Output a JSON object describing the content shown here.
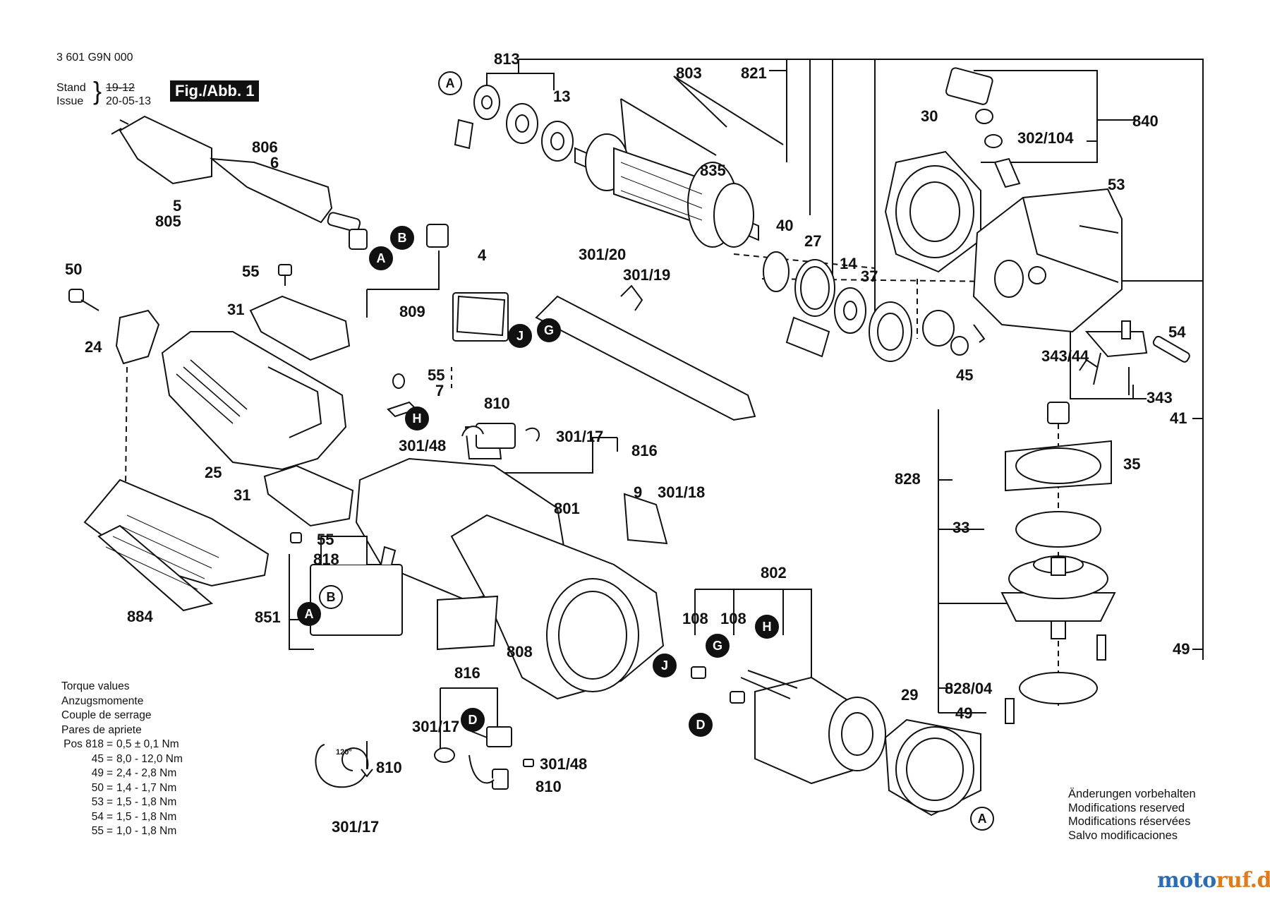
{
  "header": {
    "doc_number": "3 601 G9N 000",
    "stand_label": "Stand",
    "issue_label": "Issue",
    "stand_value": "19-12",
    "issue_value": "20-05-13",
    "figure_label": "Fig./Abb. 1"
  },
  "part_labels": [
    "813",
    "803",
    "821",
    "A",
    "13",
    "30",
    "840",
    "806",
    "6",
    "302/104",
    "835",
    "53",
    "5",
    "805",
    "B",
    "A",
    "40",
    "27",
    "14",
    "37",
    "50",
    "55",
    "4",
    "301/20",
    "301/19",
    "809",
    "31",
    "J",
    "G",
    "54",
    "24",
    "343/44",
    "45",
    "343",
    "55",
    "7",
    "41",
    "810",
    "H",
    "301/48",
    "301/17",
    "816",
    "25",
    "9",
    "301/18",
    "35",
    "31",
    "801",
    "828",
    "55",
    "33",
    "818",
    "802",
    "B",
    "A",
    "851",
    "108",
    "108",
    "884",
    "H",
    "G",
    "49",
    "808",
    "J",
    "816",
    "828/04",
    "29",
    "301/17",
    "D",
    "49",
    "D",
    "810",
    "301/48",
    "810",
    "A",
    "301/17"
  ],
  "callouts": [
    "A",
    "B",
    "A",
    "J",
    "G",
    "H",
    "B",
    "A",
    "H",
    "G",
    "J",
    "D",
    "D",
    "A"
  ],
  "torque": {
    "title_lines": [
      "Torque values",
      "Anzugsmomente",
      "Couple de serrage",
      "Pares de apriete"
    ],
    "rows": [
      {
        "pos": "Pos 818",
        "value": "0,5 ± 0,1 Nm"
      },
      {
        "pos": "45",
        "value": "8,0 - 12,0 Nm"
      },
      {
        "pos": "49",
        "value": "2,4 - 2,8 Nm"
      },
      {
        "pos": "50",
        "value": "1,4 - 1,7 Nm"
      },
      {
        "pos": "53",
        "value": "1,5 - 1,8 Nm"
      },
      {
        "pos": "54",
        "value": "1,5 - 1,8 Nm"
      },
      {
        "pos": "55",
        "value": "1,0 - 1,8 Nm"
      }
    ]
  },
  "angle_label": "120°",
  "notes": [
    "Änderungen vorbehalten",
    "Modifications reserved",
    "Modifications réservées",
    "Salvo modificaciones"
  ],
  "watermark": "motoruf.de"
}
